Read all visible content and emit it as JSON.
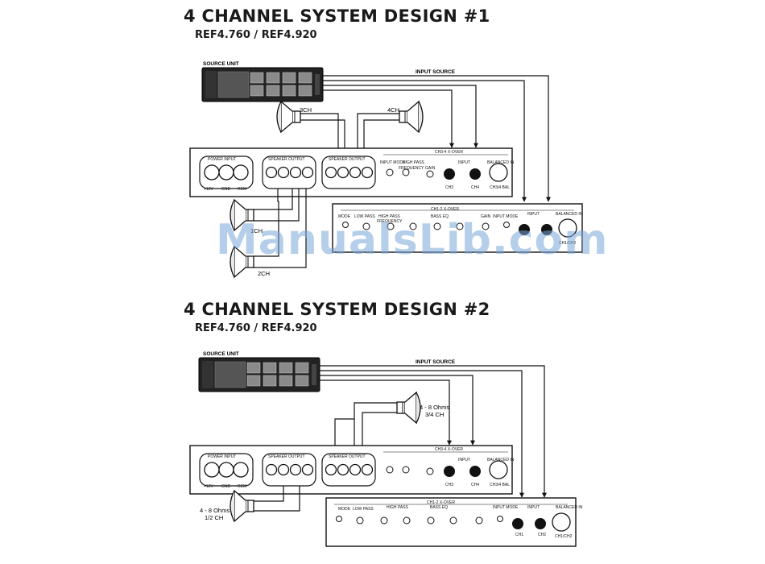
{
  "design1": {
    "title": "4 CHANNEL SYSTEM DESIGN #1",
    "models": "REF4.760 / REF4.920",
    "source_unit": "SOURCE UNIT",
    "input_source": "INPUT SOURCE",
    "ch3": "3CH",
    "ch4": "4CH",
    "ch1": "1CH",
    "ch2": "2CH",
    "amp1": {
      "power_input": "POWER INPUT",
      "speaker_output": "SPEAKER OUTPUT",
      "speaker_output2": "SPEAKER OUTPUT",
      "crossover": "CH3-4 X-OVER",
      "input": "INPUT",
      "balanced_in": "BALANCED IN",
      "input_mode": "INPUT MODE",
      "high_pass": "HIGH PASS",
      "frequency": "FREQUENCY",
      "gain": "GAIN",
      "p12v": "+12V",
      "gnd": "GND",
      "rem": "REM",
      "ch3": "CH3",
      "ch4": "CH4",
      "ch34": "CH3/4 BAL"
    },
    "amp2": {
      "mode": "MODE",
      "low_pass": "LOW PASS",
      "high_pass": "HIGH PASS",
      "frequency": "FREQUENCY",
      "bass_eq": "BASS EQ",
      "crossover": "CH1-2 X-OVER",
      "gain": "GAIN",
      "input_mode": "INPUT MODE",
      "input": "INPUT",
      "balanced_in": "BALANCED IN",
      "ch12": "CH1/CH2"
    }
  },
  "design2": {
    "title": "4 CHANNEL SYSTEM DESIGN #2",
    "models": "REF4.760 / REF4.920",
    "source_unit": "SOURCE UNIT",
    "input_source": "INPUT SOURCE",
    "ohms34_a": "4 - 8 Ohms",
    "ohms34_b": "3/4 CH",
    "ohms12_a": "4 - 8 Ohms",
    "ohms12_b": "1/2 CH",
    "amp1": {
      "power_input": "POWER INPUT",
      "speaker_output": "SPEAKER OUTPUT",
      "speaker_output2": "SPEAKER OUTPUT",
      "crossover": "CH3-4 X-OVER",
      "input": "INPUT",
      "balanced_in": "BALANCED IN",
      "p12v": "+12V",
      "gnd": "GND",
      "rem": "REM",
      "ch3": "CH3",
      "ch4": "CH4",
      "ch34": "CH3/4 BAL"
    },
    "amp2": {
      "mode": "MODE",
      "low_pass": "LOW PASS",
      "high_pass": "HIGH PASS",
      "bass_eq": "BASS EQ",
      "crossover": "CH1-2 X-OVER",
      "input_mode": "INPUT MODE",
      "input": "INPUT",
      "balanced_in": "BALANCED IN",
      "ch1": "CH1",
      "ch2": "CH2",
      "ch12": "CH1/CH2"
    }
  },
  "watermark": "ManualsLib.com"
}
